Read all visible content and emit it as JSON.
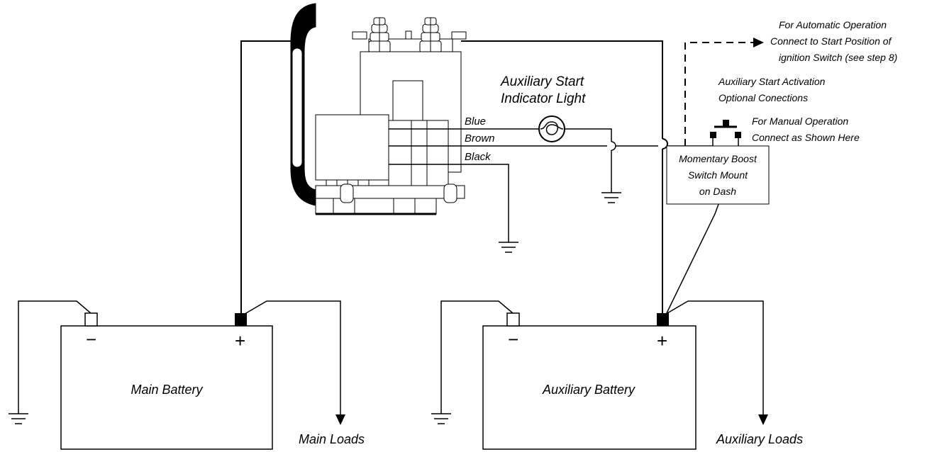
{
  "wire_labels": {
    "blue": "Blue",
    "brown": "Brown",
    "black": "Black"
  },
  "indicator": {
    "line1": "Auxiliary Start",
    "line2": "Indicator Light"
  },
  "automatic_note": {
    "line1": "For Automatic Operation",
    "line2": "Connect to Start Position of",
    "line3": "ignition Switch (see step 8)"
  },
  "activation_note": {
    "line1": "Auxiliary Start Activation",
    "line2": "Optional Conections"
  },
  "manual_note": {
    "line1": "For Manual Operation",
    "line2": "Connect as Shown Here"
  },
  "boost_switch": {
    "line1": "Momentary Boost",
    "line2": "Switch Mount",
    "line3": "on Dash"
  },
  "main_battery": {
    "label": "Main Battery",
    "minus": "−",
    "plus": "+",
    "loads": "Main Loads"
  },
  "aux_battery": {
    "label": "Auxiliary Battery",
    "minus": "−",
    "plus": "+",
    "loads": "Auxiliary Loads"
  },
  "colors": {
    "line": "#000000",
    "background": "#ffffff"
  }
}
